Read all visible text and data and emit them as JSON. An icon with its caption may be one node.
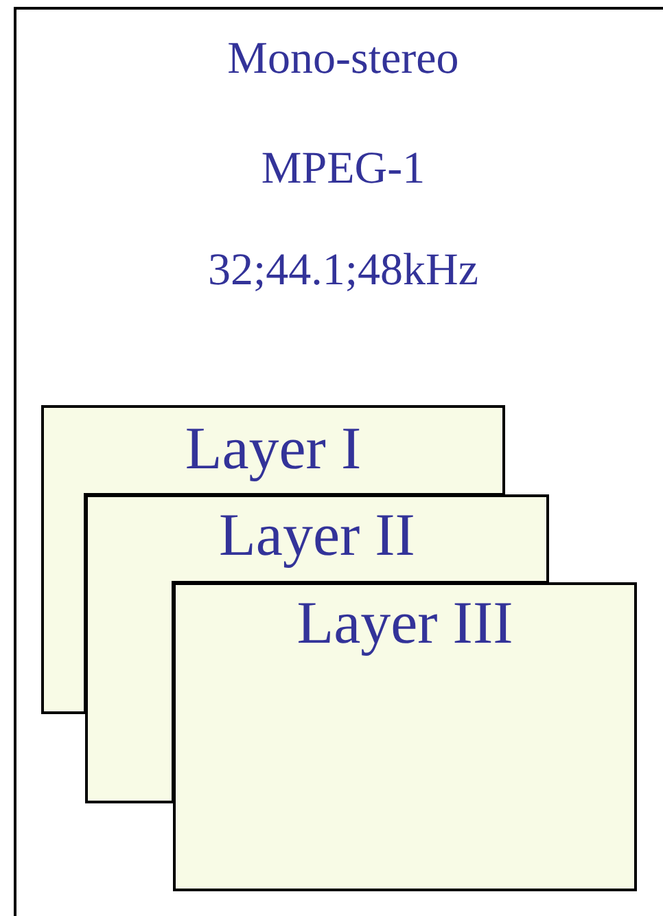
{
  "diagram": {
    "nodes": [
      {
        "text": [
          "Mono-stereo",
          "MPEG-1",
          "32;44.1;48kHz"
        ]
      },
      {
        "text": [
          "Layer I"
        ],
        "in": 0
      },
      {
        "text": [
          "Layer II"
        ],
        "in": 0
      },
      {
        "text": [
          "Layer III"
        ],
        "in": 0
      }
    ]
  }
}
